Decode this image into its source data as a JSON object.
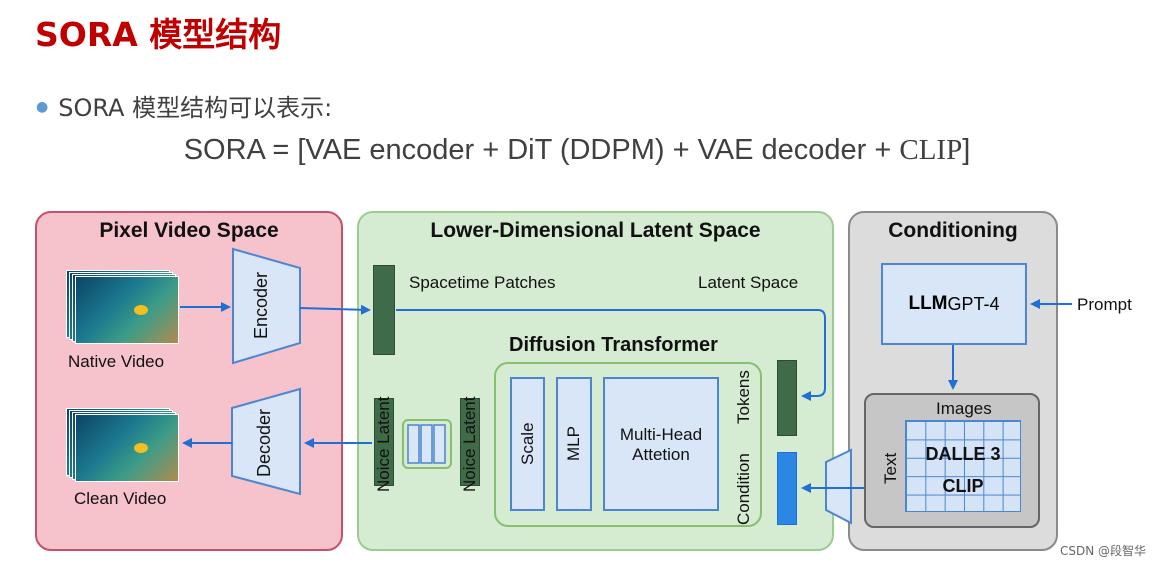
{
  "heading": "SORA 模型结构",
  "bullet": "SORA 模型结构可以表示:",
  "formula_main": "SORA = [VAE encoder + DiT (DDPM) + VAE decoder + ",
  "formula_clip": "CLIP",
  "formula_end": "]",
  "pixel_panel": {
    "title": "Pixel Video Space",
    "native_video": "Native Video",
    "clean_video": "Clean Video",
    "encoder": "Encoder",
    "decoder": "Decoder"
  },
  "latent_panel": {
    "title": "Lower-Dimensional Latent Space",
    "spacetime_patches": "Spacetime Patches",
    "latent_space": "Latent Space",
    "diffusion_title": "Diffusion Transformer",
    "noise_latent_left": "Noice Latent",
    "noise_latent_right": "Noice Latent",
    "scale": "Scale",
    "mlp": "MLP",
    "attention": "Multi-Head Attetion",
    "tokens": "Tokens",
    "condition": "Condition"
  },
  "cond_panel": {
    "title": "Conditioning",
    "llm_bold": "LLM",
    "llm_rest": " GPT-4",
    "prompt": "Prompt",
    "images": "Images",
    "text": "Text",
    "dalle": "DALLE 3",
    "clip": "CLIP"
  },
  "watermark": "CSDN @段智华",
  "colors": {
    "arrow": "#1f6fd6",
    "title_red": "#c00000",
    "pixel_bg": "#f6c2cb",
    "latent_bg": "#d5ebd2",
    "cond_bg": "#dcdcdc"
  }
}
